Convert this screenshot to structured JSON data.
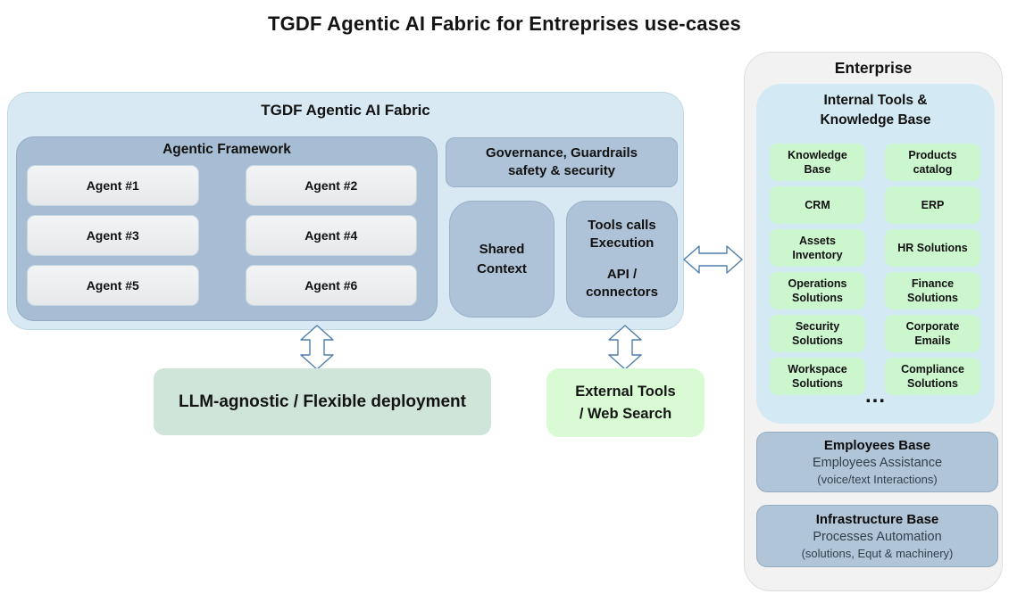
{
  "page_title": "TGDF Agentic AI Fabric for Entreprises use-cases",
  "fabric": {
    "title": "TGDF Agentic AI Fabric",
    "framework": {
      "title": "Agentic Framework",
      "agents": [
        "Agent #1",
        "Agent #2",
        "Agent #3",
        "Agent #4",
        "Agent #5",
        "Agent #6"
      ]
    },
    "governance": {
      "line1": "Governance, Guardrails",
      "line2": "safety & security"
    },
    "shared_context": {
      "line1": "Shared",
      "line2": "Context"
    },
    "tools_calls": {
      "line1": "Tools calls",
      "line2": "Execution",
      "line3": "API /",
      "line4": "connectors"
    }
  },
  "llm_box": {
    "label": "LLM-agnostic / Flexible deployment"
  },
  "external_tools": {
    "line1": "External Tools",
    "line2": "/ Web Search"
  },
  "enterprise": {
    "title": "Enterprise",
    "internal_tools": {
      "title_line1": "Internal Tools &",
      "title_line2": "Knowledge Base",
      "items": [
        "Knowledge Base",
        "Products catalog",
        "CRM",
        "ERP",
        "Assets Inventory",
        "HR Solutions",
        "Operations Solutions",
        "Finance Solutions",
        "Security Solutions",
        "Corporate Emails",
        "Workspace Solutions",
        "Compliance Solutions"
      ],
      "ellipsis": "..."
    },
    "employees_base": {
      "title": "Employees Base",
      "line2": "Employees Assistance",
      "line3": "(voice/text Interactions)"
    },
    "infrastructure_base": {
      "title": "Infrastructure Base",
      "line2": "Processes Automation",
      "line3": "(solutions, Equt & machinery)"
    }
  },
  "colors": {
    "fabric_bg": "#d8e9f3",
    "framework_bg": "#a7bdd3",
    "blue_box_bg": "#aec3d8",
    "agent_bg": "#eceeef",
    "enterprise_bg": "#f2f2f2",
    "internal_tools_bg": "#d3e9f4",
    "green_item_bg": "#ccf6cd",
    "base_box_bg": "#b1c5d8",
    "llm_bg": "#cfe5d9",
    "external_bg": "#d9fbd3",
    "arrow_stroke": "#4d7fab"
  }
}
